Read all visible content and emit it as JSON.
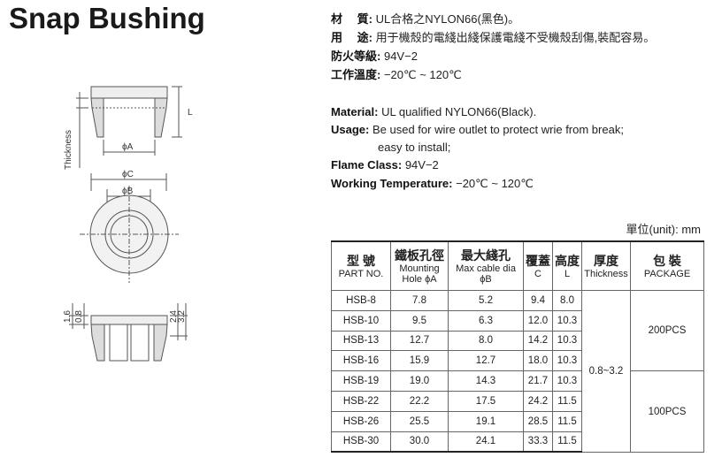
{
  "title": "Snap Bushing",
  "specs_cn": [
    {
      "label": "材　 質:",
      "value": "UL合格之NYLON66(黑色)。"
    },
    {
      "label": "用　 途:",
      "value": "用于機殼的電綫出綫保護電綫不受機殼刮傷,裝配容易。"
    },
    {
      "label": "防火等級:",
      "value": "94V−2"
    },
    {
      "label": "工作溫度:",
      "value": "−20℃ ~ 120℃"
    }
  ],
  "specs_en": {
    "material_label": "Material:",
    "material_value": "UL qualified NYLON66(Black).",
    "usage_label": "Usage:",
    "usage_value": "Be used for wire outlet to protect wrie from break;",
    "usage_value2": "easy to install;",
    "flame_label": "Flame Class:",
    "flame_value": "94V−2",
    "temp_label": "Working Temperature:",
    "temp_value": "−20℃ ~ 120℃"
  },
  "unit": "單位(unit): mm",
  "table": {
    "headers": {
      "part_cn": "型 號",
      "part_en": "PART NO.",
      "hole_cn": "鐵板孔徑",
      "hole_en1": "Mounting",
      "hole_en2": "Hole ϕA",
      "cable_cn": "最大綫孔",
      "cable_en1": "Max cable dia",
      "cable_en2": "ϕB",
      "c_cn": "覆蓋",
      "c_en": "C",
      "l_cn": "高度",
      "l_en": "L",
      "thick_cn": "厚度",
      "thick_en": "Thickness",
      "pkg_cn": "包 裝",
      "pkg_en": "PACKAGE"
    },
    "rows": [
      {
        "part": "HSB-8",
        "a": "7.8",
        "b": "5.2",
        "c": "9.4",
        "l": "8.0"
      },
      {
        "part": "HSB-10",
        "a": "9.5",
        "b": "6.3",
        "c": "12.0",
        "l": "10.3"
      },
      {
        "part": "HSB-13",
        "a": "12.7",
        "b": "8.0",
        "c": "14.2",
        "l": "10.3"
      },
      {
        "part": "HSB-16",
        "a": "15.9",
        "b": "12.7",
        "c": "18.0",
        "l": "10.3"
      },
      {
        "part": "HSB-19",
        "a": "19.0",
        "b": "14.3",
        "c": "21.7",
        "l": "10.3"
      },
      {
        "part": "HSB-22",
        "a": "22.2",
        "b": "17.5",
        "c": "24.2",
        "l": "11.5"
      },
      {
        "part": "HSB-26",
        "a": "25.5",
        "b": "19.1",
        "c": "28.5",
        "l": "11.5"
      },
      {
        "part": "HSB-30",
        "a": "30.0",
        "b": "24.1",
        "c": "33.3",
        "l": "11.5"
      }
    ],
    "thickness": "0.8~3.2",
    "package_a": "200PCS",
    "package_b": "100PCS"
  },
  "drawing": {
    "label_thickness": "Thickness",
    "label_l": "L",
    "label_a": "ϕA",
    "label_c": "ϕC",
    "label_b": "ϕB",
    "dim_16": "1.6",
    "dim_08": "0.8",
    "dim_24": "2.4",
    "dim_32": "3.2"
  }
}
